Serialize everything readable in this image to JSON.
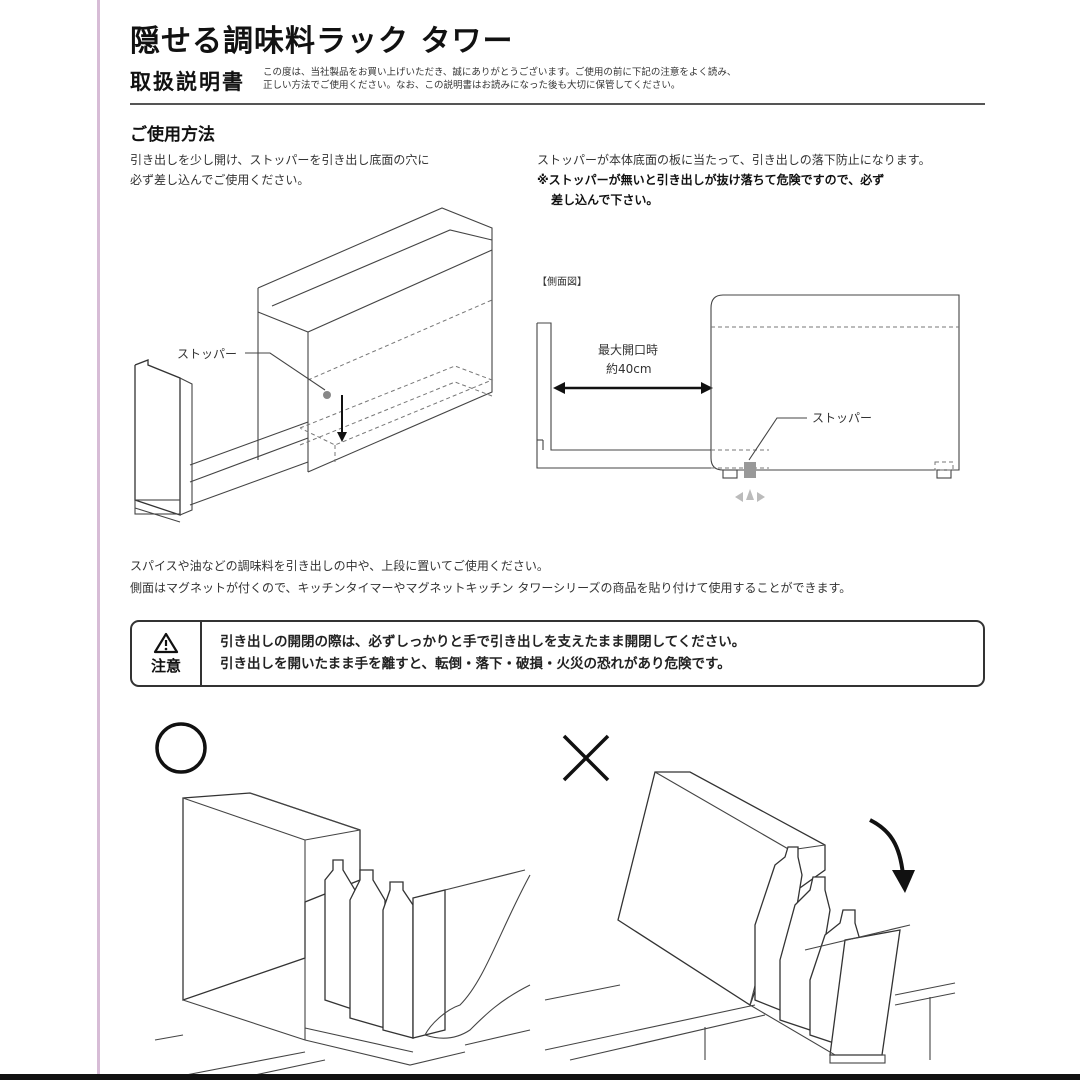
{
  "document": {
    "title": "隠せる調味料ラック タワー",
    "subtitle": "取扱説明書",
    "intro_lines": [
      "この度は、当社製品をお買い上げいただき、誠にありがとうございます。ご使用の前に下記の注意をよく読み、",
      "正しい方法でご使用ください。なお、この説明書はお読みになった後も大切に保管してください。"
    ]
  },
  "usage": {
    "heading": "ご使用方法",
    "left_text": [
      "引き出しを少し開け、ストッパーを引き出し底面の穴に",
      "必ず差し込んでご使用ください。"
    ],
    "right_text": "ストッパーが本体底面の板に当たって、引き出しの落下防止になります。",
    "right_warning": [
      "※ストッパーが無いと引き出しが抜け落ちて危険ですので、必ず",
      "差し込んで下さい。"
    ],
    "figure_left": {
      "stopper_label": "ストッパー"
    },
    "figure_right": {
      "view_label": "【側面図】",
      "opening_label_1": "最大開口時",
      "opening_label_2": "約40cm",
      "stopper_label": "ストッパー"
    },
    "notes": [
      "スパイスや油などの調味料を引き出しの中や、上段に置いてご使用ください。",
      "側面はマグネットが付くので、キッチンタイマーやマグネットキッチン タワーシリーズの商品を貼り付けて使用することができます。"
    ]
  },
  "caution": {
    "icon": "warning-triangle-icon",
    "label": "注意",
    "lines": [
      "引き出しの開閉の際は、必ずしっかりと手で引き出しを支えたまま開閉してください。",
      "引き出しを開いたまま手を離すと、転倒・落下・破損・火災の恐れがあり危険です。"
    ]
  },
  "examples": {
    "good": {
      "icon": "circle-ok-icon",
      "symbol": "○"
    },
    "bad": {
      "icon": "cross-ng-icon",
      "symbol": "×"
    }
  },
  "colors": {
    "margin_line": "#d7bcd6",
    "text": "#1a1a1a",
    "border": "#111111"
  }
}
